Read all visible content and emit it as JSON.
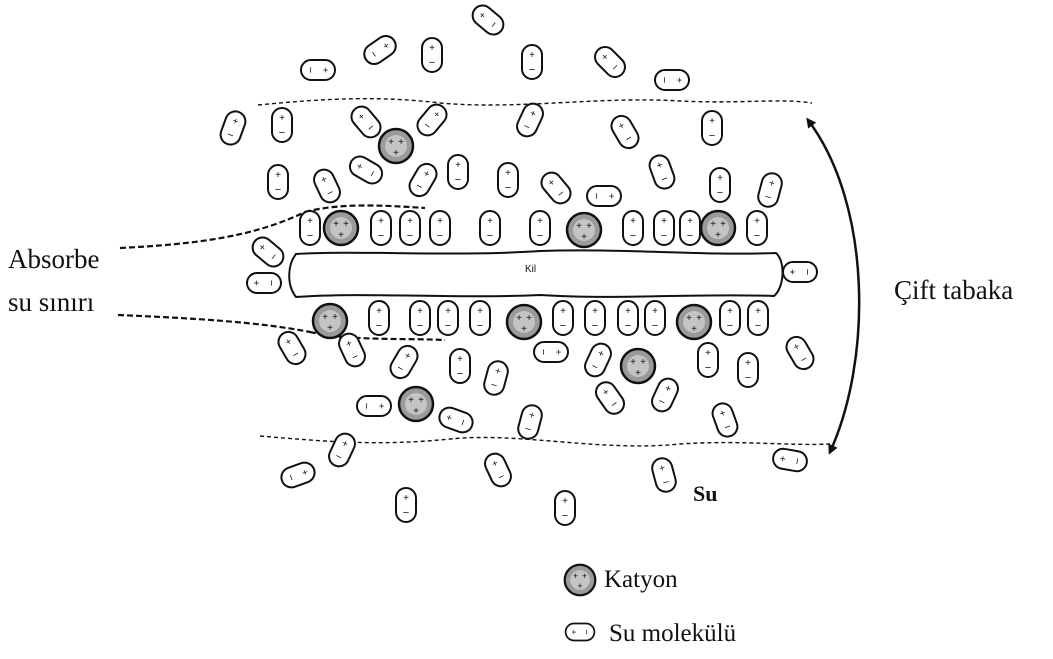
{
  "labels": {
    "absorbe_line1": "Absorbe",
    "absorbe_line2": "su sınırı",
    "cift_tabaka": "Çift tabaka",
    "kil": "Kil",
    "su": "Su",
    "legend_katyon": "Katyon",
    "legend_su_molekulu": "Su molekülü"
  },
  "colors": {
    "ink": "#111111",
    "cation_fill": "#9a9a9a",
    "background": "#ffffff"
  },
  "icons": {
    "cation": "cation-circle-icon",
    "water": "water-molecule-capsule-icon"
  }
}
